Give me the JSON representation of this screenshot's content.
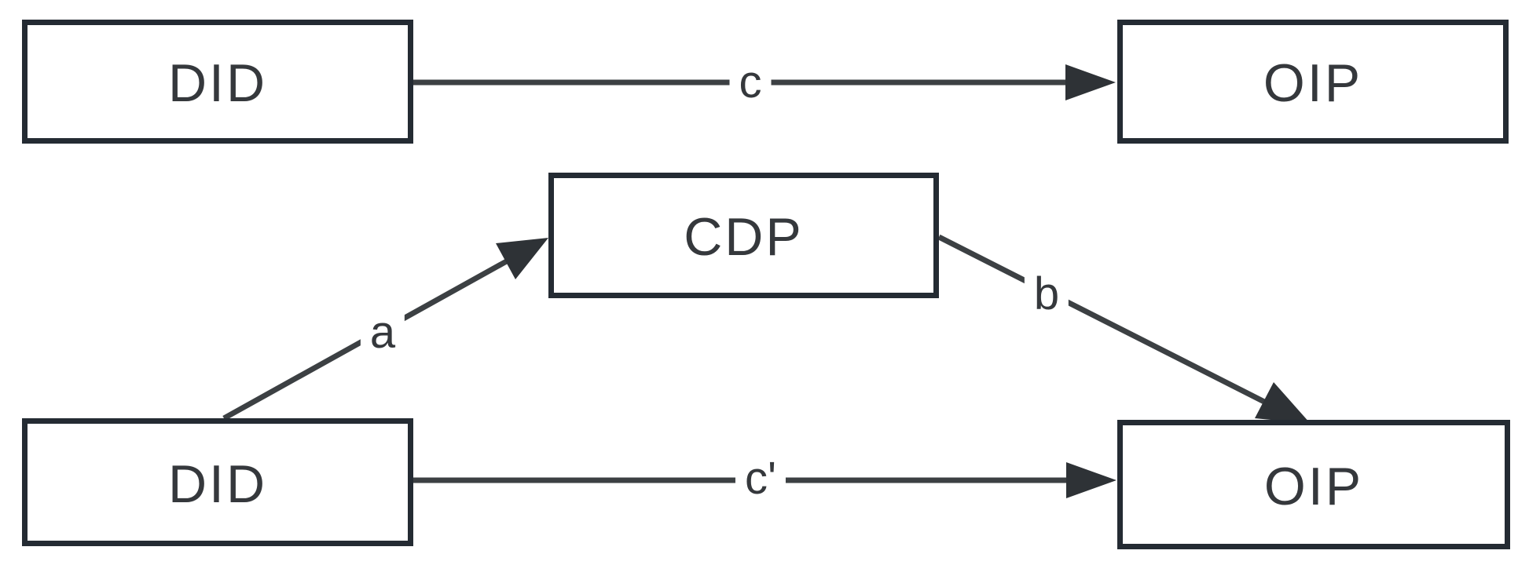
{
  "diagram": {
    "background_color": "#ffffff",
    "nodes": [
      {
        "id": "did-top",
        "label": "DID"
      },
      {
        "id": "oip-top",
        "label": "OIP"
      },
      {
        "id": "cdp",
        "label": "CDP"
      },
      {
        "id": "did-bottom",
        "label": "DID"
      },
      {
        "id": "oip-bottom",
        "label": "OIP"
      }
    ],
    "edges": [
      {
        "from": "did-top",
        "to": "oip-top",
        "label": "c"
      },
      {
        "from": "did-bottom",
        "to": "cdp",
        "label": "a"
      },
      {
        "from": "cdp",
        "to": "oip-bottom",
        "label": "b"
      },
      {
        "from": "did-bottom",
        "to": "oip-bottom",
        "label": "c'"
      }
    ],
    "colors": {
      "box_border": "#242b33",
      "box_fill": "#ffffff",
      "arrow_line": "#3c4043",
      "arrowhead_fill": "#2e3236",
      "text": "#35383c"
    }
  }
}
